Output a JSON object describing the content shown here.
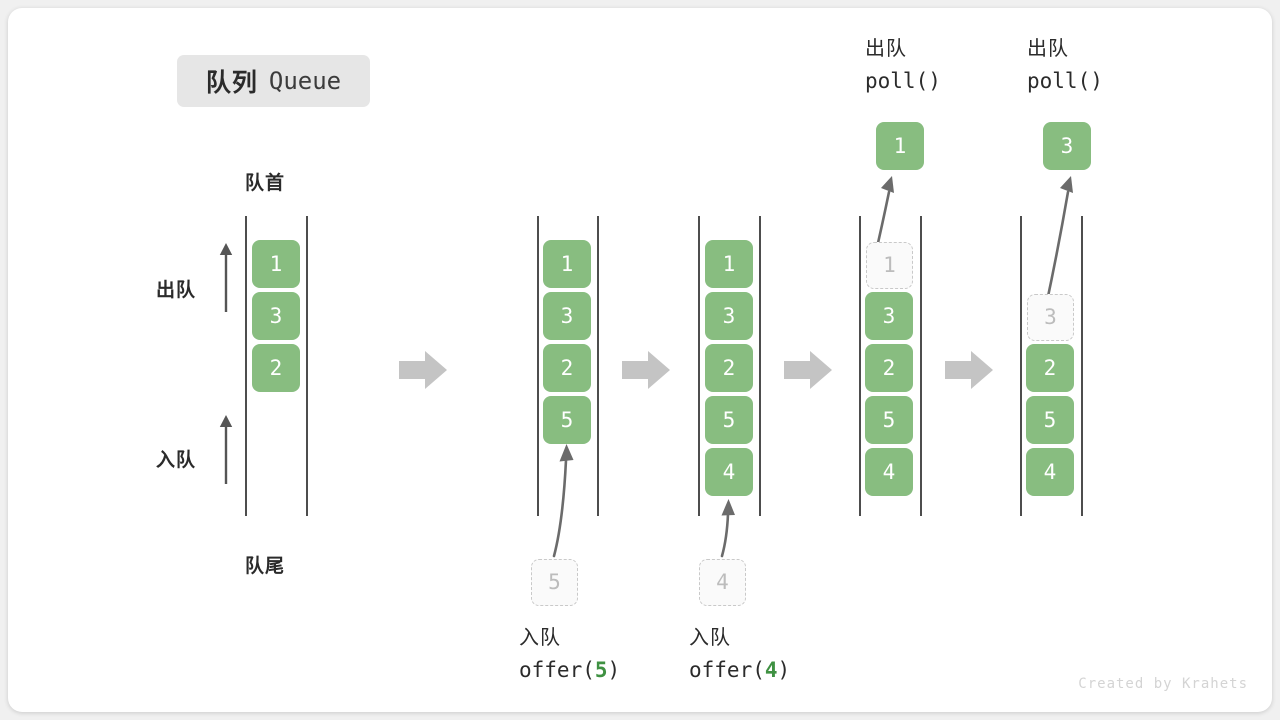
{
  "title": {
    "cn": "队列",
    "en": "Queue"
  },
  "labels": {
    "front": "队首",
    "rear": "队尾",
    "dequeue_side": "出队",
    "enqueue_side": "入队"
  },
  "watermark": "Created by Krahets",
  "colors": {
    "element": "#88bd80",
    "element_text": "#ffffff",
    "ghost_border": "#c9c9c9",
    "ghost_text": "#bcbcbc",
    "rail": "#4d4d4d",
    "flow_arrow": "#c4c4c4",
    "badge_bg": "#e6e6e6",
    "code_highlight": "#3f9142",
    "card_bg": "#ffffff",
    "page_bg": "#f0f0f0"
  },
  "columns": [
    {
      "id": "initial",
      "items": [
        "1",
        "3",
        "2"
      ],
      "ghost_slot": null,
      "popped": null,
      "operation": null
    },
    {
      "id": "after-offer-5",
      "items": [
        "1",
        "3",
        "2",
        "5"
      ],
      "ghost_slot": null,
      "popped": null,
      "incoming": "5",
      "operation": {
        "cn": "入队",
        "code_prefix": "offer(",
        "code_value": "5",
        "code_suffix": ")"
      }
    },
    {
      "id": "after-offer-4",
      "items": [
        "1",
        "3",
        "2",
        "5",
        "4"
      ],
      "ghost_slot": null,
      "popped": null,
      "incoming": "4",
      "operation": {
        "cn": "入队",
        "code_prefix": "offer(",
        "code_value": "4",
        "code_suffix": ")"
      }
    },
    {
      "id": "after-poll-1",
      "items": [
        "3",
        "2",
        "5",
        "4"
      ],
      "ghost_slot": "1",
      "popped": "1",
      "operation": {
        "cn": "出队",
        "code_prefix": "poll(",
        "code_value": "",
        "code_suffix": ")"
      }
    },
    {
      "id": "after-poll-3",
      "items": [
        "2",
        "5",
        "4"
      ],
      "ghost_slot": "3",
      "popped": "3",
      "operation": {
        "cn": "出队",
        "code_prefix": "poll(",
        "code_value": "",
        "code_suffix": ")"
      }
    }
  ]
}
